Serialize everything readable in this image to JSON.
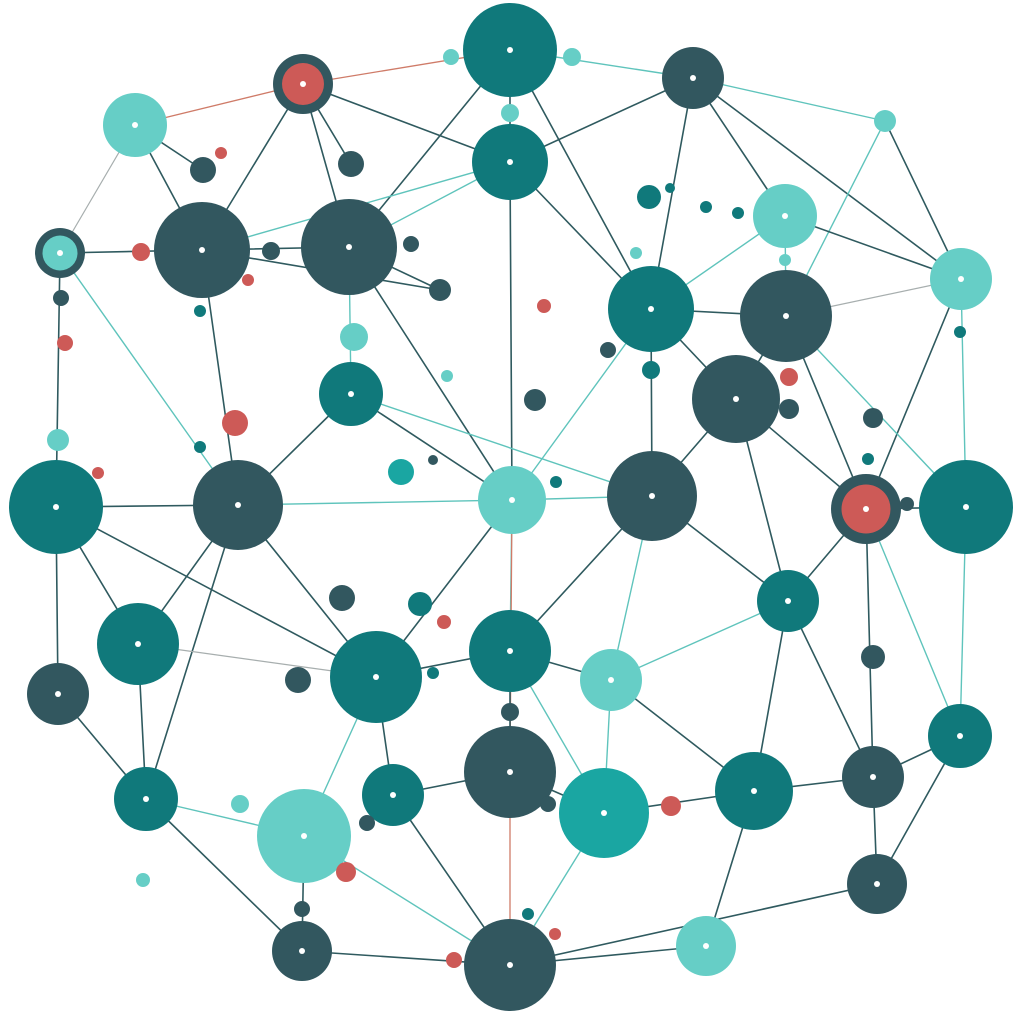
{
  "diagram": {
    "type": "network-graph",
    "labels": [],
    "colors": {
      "dark_slate": "#32575f",
      "teal": "#10797b",
      "bright_teal": "#1aa6a2",
      "light_teal": "#66cec6",
      "coral": "#cd5a57",
      "edge_dark": "#2f5a5f",
      "edge_teal": "#5fc4bc",
      "edge_coral": "#cf7b68",
      "edge_gray": "#a7aeae",
      "background": "#ffffff"
    },
    "node_count": 70,
    "edge_count": 96
  }
}
